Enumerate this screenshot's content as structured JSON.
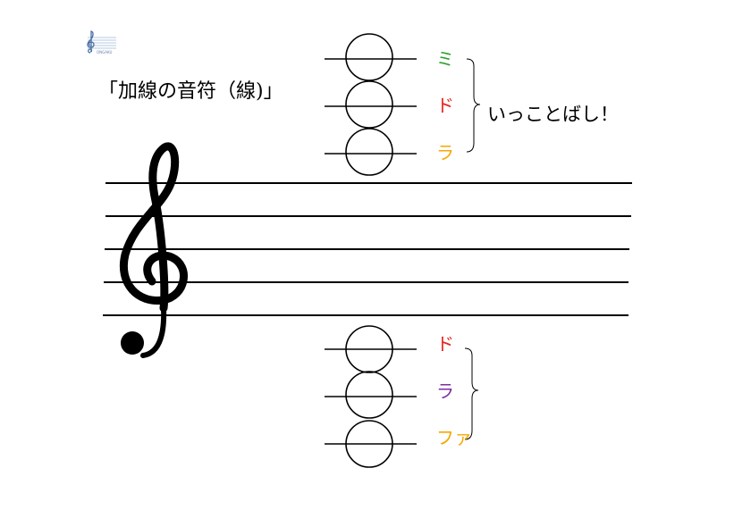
{
  "title": "「加線の音符（線)」",
  "phrase": "いっことばし！",
  "upper_labels": [
    {
      "text": "ミ",
      "color": "#2ca02c"
    },
    {
      "text": "ド",
      "color": "#e8231d"
    },
    {
      "text": "ラ",
      "color": "#f5a800"
    }
  ],
  "lower_labels": [
    {
      "text": "ド",
      "color": "#e8231d"
    },
    {
      "text": "ラ",
      "color": "#7b2fa3"
    },
    {
      "text": "ファ",
      "color": "#f5a800"
    }
  ],
  "icons": {
    "logo": "treble-clef-logo-icon",
    "clef": "treble-clef-icon"
  }
}
